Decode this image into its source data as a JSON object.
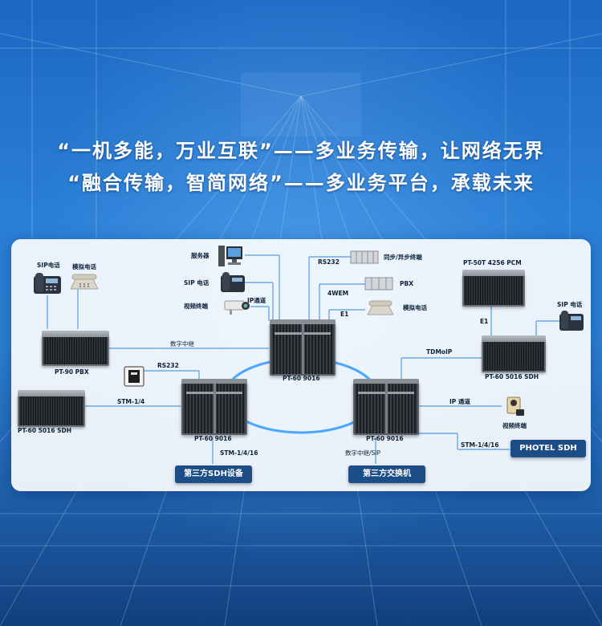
{
  "headline": {
    "line1": "“一机多能，万业互联”——多业务传输，让网络无界",
    "line2": "“融合传输，智简网络”——多业务平台，承载未来"
  },
  "devices": {
    "pt90_pbx": "PT-90 PBX",
    "pt60_5016_left": "PT-60 5016 SDH",
    "pt60_9016_center": "PT-60 9016",
    "pt60_9016_left": "PT-60 9016",
    "pt60_9016_right": "PT-60 9016",
    "pt50t": "PT-50T 4256 PCM",
    "pt60_5016_right": "PT-60 5016 SDH",
    "sip_phone_left": "SIP电话",
    "analog_phone_left": "模拟电话",
    "server": "服务器",
    "sip_phone_center": "SIP 电话",
    "video_terminal_center": "视频终端",
    "sync_async_terminal": "同步/异步终端",
    "pbx": "PBX",
    "analog_phone_center": "模拟电话",
    "sip_phone_right": "SIP 电话",
    "video_terminal_right": "视频终端"
  },
  "links": {
    "ip_channel_center": "IP通道",
    "rs232_center": "RS232",
    "wem4": "4WEM",
    "e1_center": "E1",
    "digital_trunk": "数字中继",
    "rs232_left": "RS232",
    "stm_left": "STM-1/4",
    "stm_bottom": "STM-1/4/16",
    "trunk_sip": "数字中继/SIP",
    "tdmoip": "TDMoIP",
    "e1_right": "E1",
    "ip_channel_right": "IP 通道",
    "stm_right": "STM-1/4/16"
  },
  "buttons": {
    "third_sdh": "第三方SDH设备",
    "third_switch": "第三方交换机",
    "photel_sdh": "PHOTEL SDH"
  },
  "colors": {
    "background": "#2a7fd6",
    "panel": "#ffffff",
    "ring": "#4da6ff",
    "button": "#1d4d86"
  }
}
